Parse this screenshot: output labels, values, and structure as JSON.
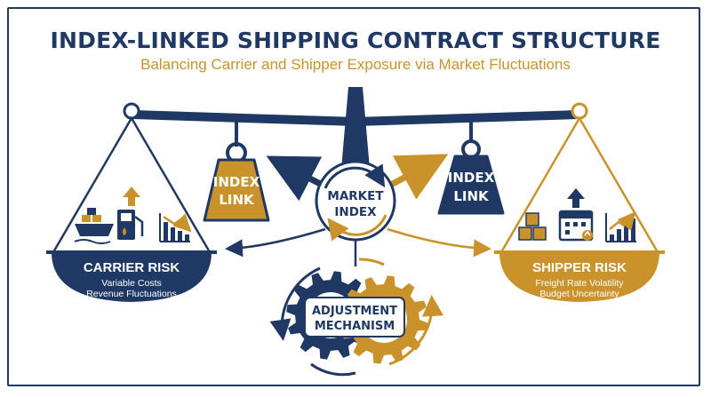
{
  "header": {
    "title": "INDEX-LINKED SHIPPING CONTRACT STRUCTURE",
    "subtitle": "Balancing Carrier and Shipper Exposure via Market Fluctuations"
  },
  "left_weight": {
    "line1": "INDEX",
    "line2": "LINK"
  },
  "right_weight": {
    "line1": "INDEX",
    "line2": "LINK"
  },
  "center_hub": {
    "line1": "MARKET",
    "line2": "INDEX"
  },
  "gear_label": {
    "line1": "ADJUSTMENT",
    "line2": "MECHANISM"
  },
  "carrier": {
    "title": "CARRIER RISK",
    "line1": "Variable Costs",
    "line2": "Revenue Fluctuations"
  },
  "shipper": {
    "title": "SHIPPER RISK",
    "line1": "Freight Rate Volatility",
    "line2": "Budget Uncertainty"
  },
  "colors": {
    "navy": "#1f3864",
    "gold": "#c9922b",
    "white": "#ffffff"
  },
  "icons": [
    "ship-icon",
    "fuel-pump-icon",
    "up-arrow-icon",
    "declining-chart-icon",
    "boxes-icon",
    "calendar-icon",
    "rising-chart-icon",
    "gear-icon"
  ]
}
